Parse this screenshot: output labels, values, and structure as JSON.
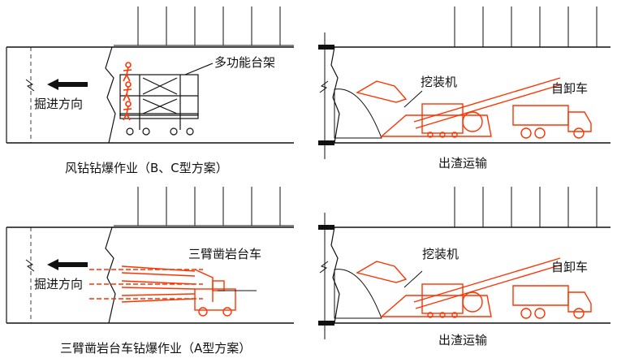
{
  "panels": {
    "top_left": {
      "direction_label": "掘进方向",
      "equipment_label": "多功能台架",
      "caption": "风钻钻爆作业（B、C型方案）"
    },
    "top_right": {
      "loader_label": "挖装机",
      "truck_label": "自卸车",
      "caption": "出渣运输"
    },
    "bottom_left": {
      "direction_label": "掘进方向",
      "equipment_label": "三臂凿岩台车",
      "caption": "三臂凿岩台车钻爆作业（A型方案）"
    },
    "bottom_right": {
      "loader_label": "挖装机",
      "truck_label": "自卸车",
      "caption": "出渣运输"
    }
  },
  "colors": {
    "line": "#111111",
    "equipment": "#ff3300"
  }
}
